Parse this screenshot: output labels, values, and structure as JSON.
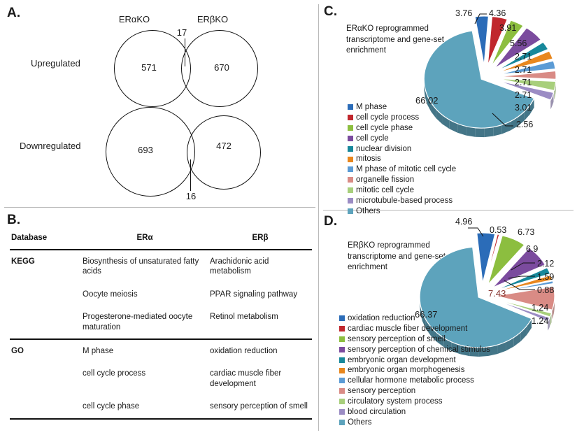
{
  "figure": {
    "panels": [
      {
        "letter": "A."
      },
      {
        "letter": "B."
      },
      {
        "letter": "C."
      },
      {
        "letter": "D."
      }
    ]
  },
  "panelA": {
    "letter": "A.",
    "column_headers": [
      "ERαKO",
      "ERβKO"
    ],
    "row_labels": [
      "Upregulated",
      "Downregulated"
    ],
    "venn": [
      {
        "row": "Upregulated",
        "left_only": "571",
        "right_only": "670",
        "intersection": "17"
      },
      {
        "row": "Downregulated",
        "left_only": "693",
        "right_only": "472",
        "intersection": "16"
      }
    ]
  },
  "panelB": {
    "letter": "B.",
    "headers": [
      "Database",
      "ERα",
      "ERβ"
    ],
    "sections": [
      {
        "database": "KEGG",
        "rows": [
          {
            "era": "Biosynthesis of unsaturated fatty acids",
            "erb": "Arachidonic acid metabolism"
          },
          {
            "era": "Oocyte meiosis",
            "erb": "PPAR signaling pathway"
          },
          {
            "era": "Progesterone-mediated oocyte maturation",
            "erb": "Retinol metabolism"
          }
        ]
      },
      {
        "database": "GO",
        "rows": [
          {
            "era": "M phase",
            "erb": "oxidation reduction"
          },
          {
            "era": "cell cycle process",
            "erb": "cardiac muscle fiber development"
          },
          {
            "era": "cell cycle phase",
            "erb": "sensory perception of smell"
          }
        ]
      }
    ]
  },
  "panelC": {
    "letter": "C.",
    "title": "ERαKO reprogrammed transcriptome and gene-set enrichment"
  },
  "panelD": {
    "letter": "D.",
    "title": "ERβKO reprogrammed transcriptome and gene-set enrichment"
  },
  "chart_data": [
    {
      "type": "pie",
      "panel": "C",
      "title": "ERαKO reprogrammed transcriptome and gene-set enrichment",
      "legend_position": "bottom-left",
      "exploded": true,
      "categories": [
        "M phase",
        "cell cycle process",
        "cell cycle phase",
        "cell cycle",
        "nuclear division",
        "mitosis",
        "M phase of mitotic cell cycle",
        "organelle fission",
        "mitotic cell cycle",
        "microtubule-based process",
        "Others"
      ],
      "values": [
        3.76,
        4.36,
        3.91,
        5.56,
        2.71,
        2.71,
        2.71,
        2.71,
        3.01,
        2.56,
        66.02
      ],
      "colors": [
        "#2B6CB8",
        "#C0272D",
        "#8CBE3F",
        "#7B4B9E",
        "#17889B",
        "#E8871E",
        "#5B9BD5",
        "#D98B85",
        "#A8CF7C",
        "#9B8CC4",
        "#5DA3BC"
      ],
      "unit": "%"
    },
    {
      "type": "pie",
      "panel": "D",
      "title": "ERβKO reprogrammed transcriptome and gene-set enrichment",
      "legend_position": "bottom-left",
      "exploded": true,
      "categories": [
        "oxidation reduction",
        "cardiac muscle fiber development",
        "sensory perception of smell",
        "sensory perception of chemical stimulus",
        "embryonic organ development",
        "embryonic organ morphogenesis",
        "cellular hormone metabolic process",
        "sensory perception",
        "circulatory system process",
        "blood circulation",
        "Others"
      ],
      "values": [
        4.96,
        0.53,
        6.73,
        6.9,
        2.12,
        1.59,
        0.88,
        7.43,
        1.24,
        1.24,
        66.37
      ],
      "colors": [
        "#2B6CB8",
        "#C0272D",
        "#8CBE3F",
        "#7B4B9E",
        "#17889B",
        "#E8871E",
        "#5B9BD5",
        "#D98B85",
        "#A8CF7C",
        "#9B8CC4",
        "#5DA3BC"
      ],
      "unit": "%"
    }
  ],
  "legendC": {
    "items": [
      {
        "label": "M phase",
        "color": "#2B6CB8"
      },
      {
        "label": "cell cycle process",
        "color": "#C0272D"
      },
      {
        "label": "cell cycle phase",
        "color": "#8CBE3F"
      },
      {
        "label": "cell cycle",
        "color": "#7B4B9E"
      },
      {
        "label": "nuclear division",
        "color": "#17889B"
      },
      {
        "label": "mitosis",
        "color": "#E8871E"
      },
      {
        "label": "M phase of mitotic cell cycle",
        "color": "#5B9BD5"
      },
      {
        "label": "organelle fission",
        "color": "#D98B85"
      },
      {
        "label": "mitotic cell cycle",
        "color": "#A8CF7C"
      },
      {
        "label": "microtubule-based process",
        "color": "#9B8CC4"
      },
      {
        "label": "Others",
        "color": "#5DA3BC"
      }
    ]
  },
  "legendD": {
    "items": [
      {
        "label": "oxidation reduction",
        "color": "#2B6CB8"
      },
      {
        "label": "cardiac muscle fiber development",
        "color": "#C0272D"
      },
      {
        "label": "sensory perception of smell",
        "color": "#8CBE3F"
      },
      {
        "label": "sensory perception of chemical stimulus",
        "color": "#7B4B9E"
      },
      {
        "label": "embryonic organ development",
        "color": "#17889B"
      },
      {
        "label": "embryonic organ morphogenesis",
        "color": "#E8871E"
      },
      {
        "label": "cellular hormone metabolic process",
        "color": "#5B9BD5"
      },
      {
        "label": "sensory perception",
        "color": "#D98B85"
      },
      {
        "label": "circulatory system process",
        "color": "#A8CF7C"
      },
      {
        "label": "blood circulation",
        "color": "#9B8CC4"
      },
      {
        "label": "Others",
        "color": "#5DA3BC"
      }
    ]
  }
}
